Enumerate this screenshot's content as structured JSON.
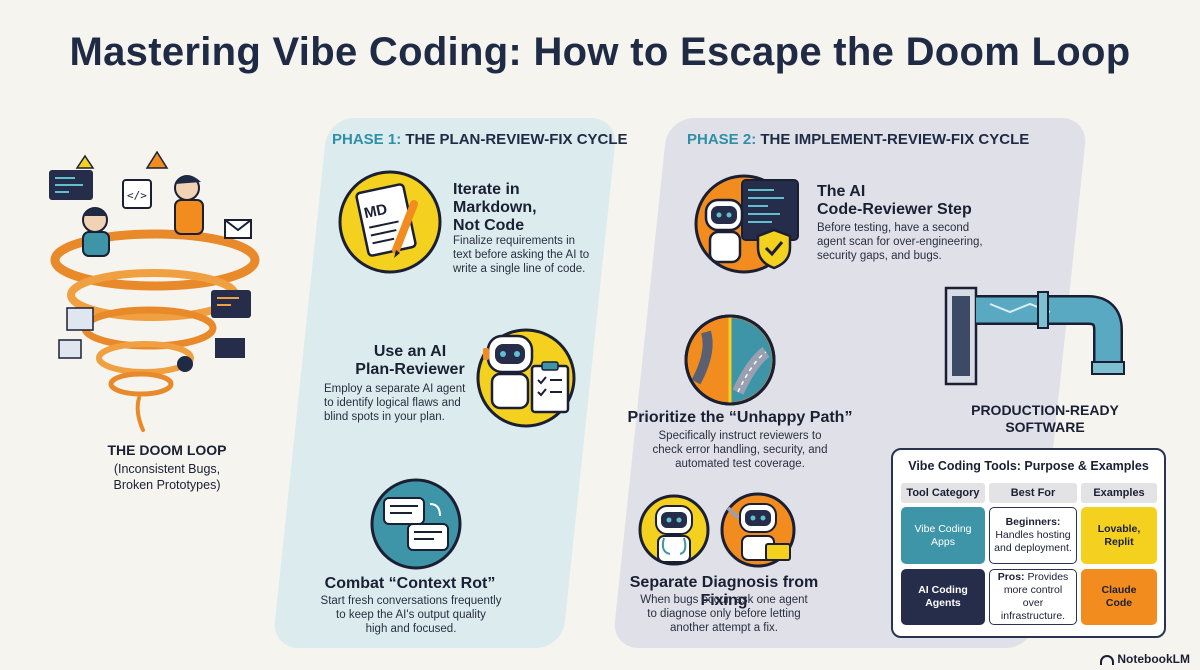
{
  "title": "Mastering Vibe Coding: How to Escape the Doom Loop",
  "doom": {
    "title": "THE DOOM LOOP",
    "subtitle_1": "(Inconsistent Bugs,",
    "subtitle_2": "Broken Prototypes)"
  },
  "phase1": {
    "label_num": "PHASE 1:",
    "label_name": "THE PLAN-REVIEW-FIX CYCLE",
    "step1": {
      "title_1": "Iterate in",
      "title_2": "Markdown,",
      "title_3": "Not Code",
      "desc_1": "Finalize requirements in",
      "desc_2": "text before asking the AI to",
      "desc_3": "write a single line of code.",
      "icon_text": "MD"
    },
    "step2": {
      "title_1": "Use an AI",
      "title_2": "Plan-Reviewer",
      "desc_1": "Employ a separate AI agent",
      "desc_2": "to identify logical flaws and",
      "desc_3": "blind spots in your plan."
    },
    "step3": {
      "title": "Combat “Context Rot”",
      "desc_1": "Start fresh conversations frequently",
      "desc_2": "to keep the AI's output quality",
      "desc_3": "high and focused."
    }
  },
  "phase2": {
    "label_num": "PHASE 2:",
    "label_name": "THE IMPLEMENT-REVIEW-FIX CYCLE",
    "step1": {
      "title_1": "The AI",
      "title_2": "Code-Reviewer Step",
      "desc_1": "Before testing, have a second",
      "desc_2": "agent scan for over-engineering,",
      "desc_3": "security gaps, and bugs."
    },
    "step2": {
      "title": "Prioritize the “Unhappy Path”",
      "desc_1": "Specifically instruct reviewers to",
      "desc_2": "check error handling, security, and",
      "desc_3": "automated test coverage."
    },
    "step3": {
      "title": "Separate Diagnosis from Fixing",
      "desc_1": "When bugs occur, ask one agent",
      "desc_2": "to diagnose only before letting",
      "desc_3": "another attempt a fix."
    }
  },
  "production": {
    "line1": "PRODUCTION-READY",
    "line2": "SOFTWARE"
  },
  "table": {
    "title": "Vibe Coding Tools: Purpose & Examples",
    "headers": [
      "Tool Category",
      "Best For",
      "Examples"
    ],
    "rows": [
      {
        "category_1": "Vibe Coding",
        "category_2": "Apps",
        "best_bold": "Beginners:",
        "best_1": "Handles hosting",
        "best_2": "and deployment.",
        "ex_1": "Lovable,",
        "ex_2": "Replit"
      },
      {
        "category_1": "AI Coding",
        "category_2": "Agents",
        "best_bold": "Pros:",
        "best_1": "Provides",
        "best_2": "more control over",
        "best_3": "infrastructure.",
        "ex_1": "Claude",
        "ex_2": "Code"
      }
    ]
  },
  "brand": "NotebookLM",
  "colors": {
    "teal": "#3e95a8",
    "navy": "#262d4a",
    "yellow": "#f4d11e",
    "orange": "#f28c1e",
    "panel1": "#dcecee",
    "panel2": "#e0e1e8"
  }
}
